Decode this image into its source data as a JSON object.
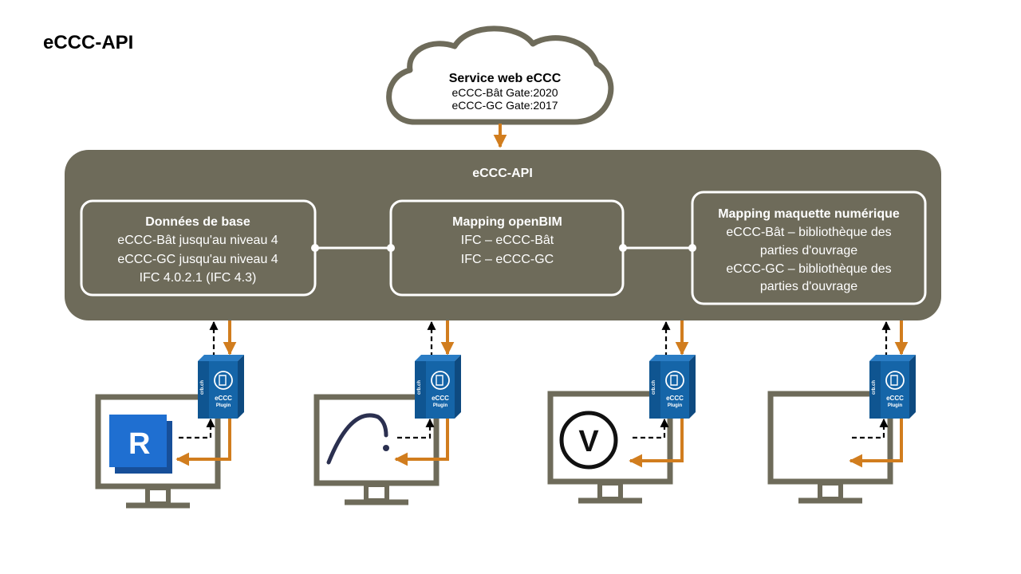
{
  "slide": {
    "title": "eCCC-API"
  },
  "cloud": {
    "title": "Service web eCCC",
    "lines": [
      "eCCC-Bât Gate:2020",
      "eCCC-GC Gate:2017"
    ]
  },
  "api": {
    "title": "eCCC-API",
    "boxes": [
      {
        "title": "Données de base",
        "lines": [
          "eCCC-Bât jusqu'au niveau 4",
          "eCCC-GC jusqu'au niveau 4",
          "IFC 4.0.2.1 (IFC 4.3)"
        ]
      },
      {
        "title": "Mapping openBIM",
        "lines": [
          "IFC – eCCC-Bât",
          "IFC – eCCC-GC"
        ]
      },
      {
        "title": "Mapping maquette numérique",
        "lines": [
          "eCCC-Bât – bibliothèque des",
          "parties d'ouvrage",
          "eCCC-GC – bibliothèque des",
          "parties d'ouvrage"
        ]
      }
    ]
  },
  "plugin": {
    "top_label": "crb.ch",
    "name": "eCCC",
    "sub": "Plugin"
  },
  "clients": [
    {
      "logo": "revit-logo-icon",
      "letter": "R"
    },
    {
      "logo": "archicad-logo-icon"
    },
    {
      "logo": "vectorworks-logo-icon",
      "letter": "V"
    },
    {
      "logo": "none"
    }
  ],
  "colors": {
    "frame": "#6e6b5a",
    "arrow": "#d17d1e",
    "plugin_blue": "#1565a8",
    "revit_blue": "#1f6fd1"
  }
}
